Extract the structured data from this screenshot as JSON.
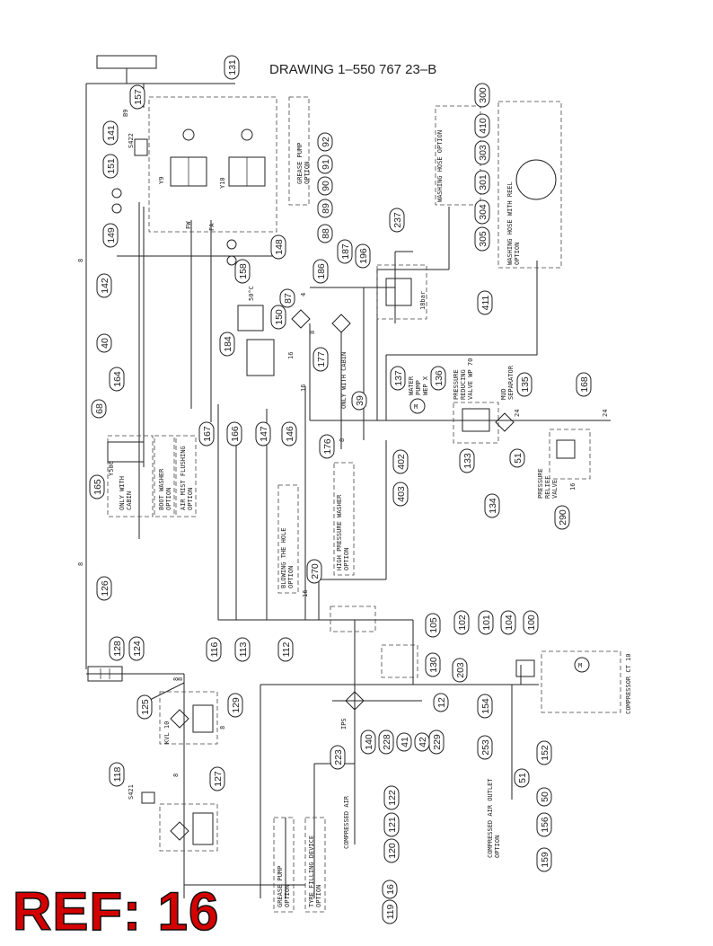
{
  "drawing_title": "DRAWING  1–550 767 23–B",
  "reference_label": "REF: 16",
  "option_labels": [
    {
      "key": "grease_pump_top",
      "text": "GREASE PUMP\nOPTION"
    },
    {
      "key": "washing_hose",
      "text": "WASHING HOSE OPTION"
    },
    {
      "key": "washing_hose_reel",
      "text": "WASHING HOSE WITH REEL\nOPTION"
    },
    {
      "key": "only_with_cabin_1",
      "text": "ONLY WITH\nCABIN"
    },
    {
      "key": "boot_washer",
      "text": "BOOT WASHER\nOPTION"
    },
    {
      "key": "air_mist",
      "text": "AIR MIST FLUSHING\nOPTION"
    },
    {
      "key": "only_with_cabin_2",
      "text": "ONLY WITH CABIN"
    },
    {
      "key": "blowing_hole",
      "text": "BLOWING THE HOLE\nOPTION"
    },
    {
      "key": "high_pressure_washer",
      "text": "HIGH PRESSURE WASHER\nOPTION"
    },
    {
      "key": "water_pump",
      "text": "WATER\nPUMP\nWEP X"
    },
    {
      "key": "pressure_reducing",
      "text": "PRESSURE\nREDUCING\nVALVE WP 70"
    },
    {
      "key": "mud_separator",
      "text": "MUD\nSEPARATOR"
    },
    {
      "key": "pressure_relief",
      "text": "PRESSURE\nRELIEF\nVALVE"
    },
    {
      "key": "compressor",
      "text": "COMPRESSOR CT 10"
    },
    {
      "key": "compressed_air_outlet",
      "text": "COMPRESSED AIR OUTLET\nOPTION"
    },
    {
      "key": "compressed_air",
      "text": "COMPRESSED AIR"
    },
    {
      "key": "grease_pump_bottom",
      "text": "GREASE PUMP\nOPTION"
    },
    {
      "key": "tyre_filling",
      "text": "TYRE FILLING DEVICE\nOPTION"
    },
    {
      "key": "kvl",
      "text": "KVL 10"
    }
  ],
  "component_labels": [
    {
      "key": "b9",
      "text": "B9"
    },
    {
      "key": "s422",
      "text": "S422"
    },
    {
      "key": "y9",
      "text": "Y9"
    },
    {
      "key": "y10",
      "text": "Y10"
    },
    {
      "key": "fw",
      "text": "FW"
    },
    {
      "key": "fa",
      "text": "FA"
    },
    {
      "key": "temp",
      "text": "50°C"
    },
    {
      "key": "bar",
      "text": "18bar"
    },
    {
      "key": "y506",
      "text": "Y506"
    },
    {
      "key": "s421",
      "text": "S421"
    },
    {
      "key": "ips",
      "text": "IPS"
    },
    {
      "key": "motor1",
      "text": "M"
    },
    {
      "key": "motor2",
      "text": "M"
    }
  ],
  "size_labels": [
    "8",
    "8",
    "8",
    "8",
    "8",
    "4",
    "8",
    "16",
    "16",
    "16",
    "8",
    "24",
    "24",
    "16",
    "8"
  ],
  "callouts": [
    "131",
    "157",
    "141",
    "151",
    "149",
    "142",
    "40",
    "164",
    "68",
    "165",
    "126",
    "128",
    "124",
    "125",
    "129",
    "118",
    "127",
    "116",
    "113",
    "112",
    "270",
    "167",
    "166",
    "147",
    "146",
    "184",
    "150",
    "87",
    "158",
    "148",
    "88",
    "89",
    "90",
    "91",
    "92",
    "187",
    "186",
    "196",
    "237",
    "177",
    "176",
    "39",
    "137",
    "136",
    "402",
    "403",
    "133",
    "51",
    "134",
    "135",
    "168",
    "290",
    "411",
    "300",
    "410",
    "303",
    "301",
    "304",
    "305",
    "105",
    "130",
    "12",
    "102",
    "101",
    "104",
    "100",
    "203",
    "154",
    "253",
    "140",
    "228",
    "41",
    "42",
    "229",
    "223",
    "152",
    "51",
    "50",
    "156",
    "159",
    "122",
    "121",
    "120",
    "16",
    "119"
  ]
}
